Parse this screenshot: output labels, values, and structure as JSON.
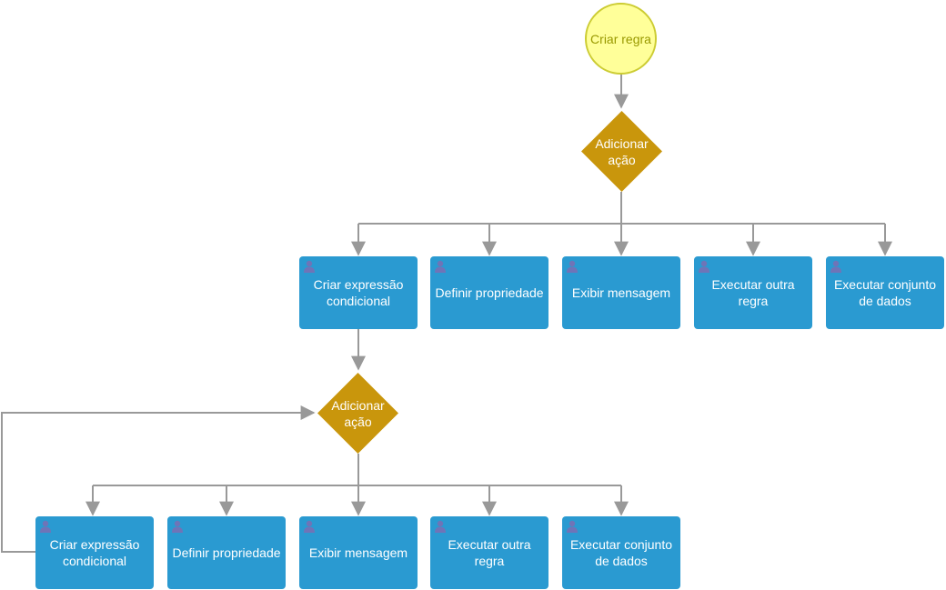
{
  "colors": {
    "start_fill": "#ffff99",
    "start_border": "#cccc33",
    "start_text": "#999900",
    "decision_fill": "#c9960c",
    "action_fill": "#2a9ad1",
    "action_icon": "#6f74b7",
    "connector": "#999999"
  },
  "start": {
    "label": "Criar regra"
  },
  "decisions": [
    {
      "id": "decision-1",
      "label": "Adicionar ação"
    },
    {
      "id": "decision-2",
      "label": "Adicionar ação"
    }
  ],
  "actions_row_1": [
    {
      "id": "row1-criar",
      "label": "Criar expressão condicional",
      "icon": "user-icon"
    },
    {
      "id": "row1-definir",
      "label": "Definir propriedade",
      "icon": "user-icon"
    },
    {
      "id": "row1-exibir",
      "label": "Exibir mensagem",
      "icon": "user-icon"
    },
    {
      "id": "row1-executar-regra",
      "label": "Executar outra regra",
      "icon": "user-icon"
    },
    {
      "id": "row1-executar-dados",
      "label": "Executar conjunto de dados",
      "icon": "user-icon"
    }
  ],
  "actions_row_2": [
    {
      "id": "row2-criar",
      "label": "Criar expressão condicional",
      "icon": "user-icon"
    },
    {
      "id": "row2-definir",
      "label": "Definir propriedade",
      "icon": "user-icon"
    },
    {
      "id": "row2-exibir",
      "label": "Exibir mensagem",
      "icon": "user-icon"
    },
    {
      "id": "row2-executar-regra",
      "label": "Executar outra regra",
      "icon": "user-icon"
    },
    {
      "id": "row2-executar-dados",
      "label": "Executar conjunto de dados",
      "icon": "user-icon"
    }
  ]
}
